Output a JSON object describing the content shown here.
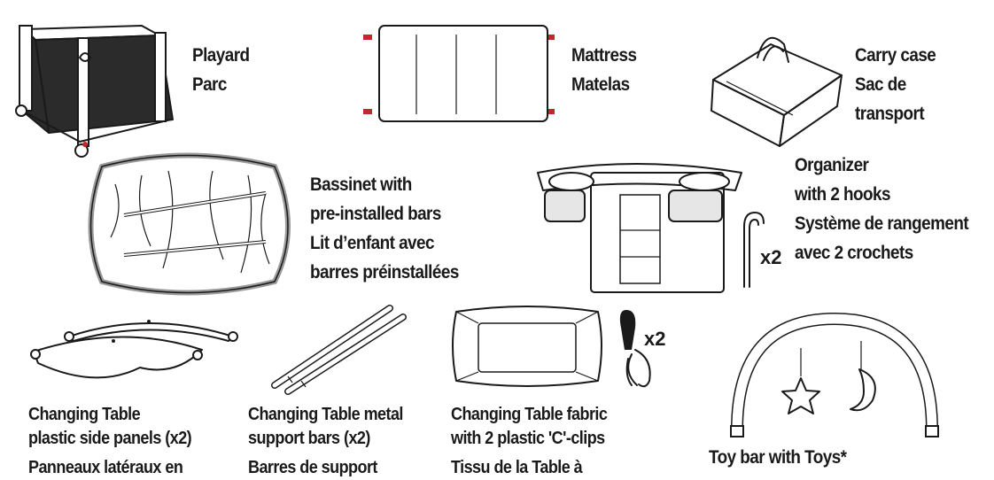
{
  "items": {
    "playard": {
      "lines": [
        "Playard",
        "Parc"
      ]
    },
    "mattress": {
      "lines": [
        "Mattress",
        "Matelas"
      ]
    },
    "carry_case": {
      "lines": [
        "Carry case",
        "Sac de",
        "transport"
      ]
    },
    "bassinet": {
      "lines": [
        "Bassinet with",
        "pre-installed bars",
        "Lit d’enfant avec",
        "barres préinstallées"
      ]
    },
    "organizer": {
      "lines": [
        "Organizer",
        "with 2 hooks",
        "Système de rangement",
        "avec 2 crochets"
      ],
      "quantity": "x2"
    },
    "side_panels": {
      "lines": [
        "Changing Table",
        "plastic side panels (x2)",
        "Panneaux latéraux en"
      ]
    },
    "support_bars": {
      "lines": [
        "Changing Table metal",
        "support bars (x2)",
        "Barres de support"
      ]
    },
    "table_fabric": {
      "lines": [
        "Changing Table fabric",
        "with 2 plastic 'C'-clips",
        "Tissu de la Table à"
      ],
      "quantity": "x2"
    },
    "toy_bar": {
      "lines": [
        "Toy bar with Toys*"
      ]
    }
  },
  "colors": {
    "ink": "#1a1a1a",
    "playard_fill": "#2b2b2b",
    "accent_red": "#c0282d"
  }
}
